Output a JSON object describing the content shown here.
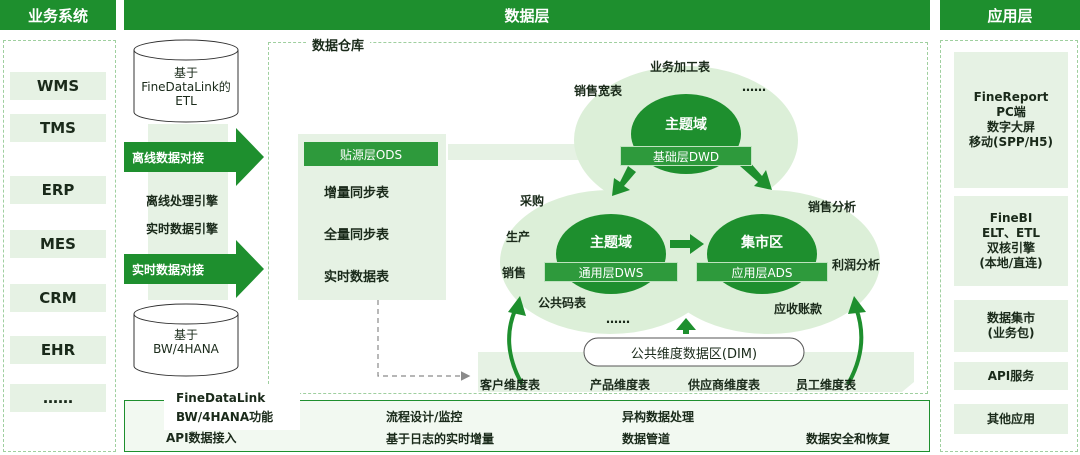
{
  "headers": {
    "business": "业务系统",
    "data_layer": "数据层",
    "app_layer": "应用层"
  },
  "business_systems": [
    "WMS",
    "TMS",
    "ERP",
    "MES",
    "CRM",
    "EHR",
    "……"
  ],
  "etl_top": {
    "line1": "基于",
    "line2": "FineDataLink的",
    "line3": "ETL"
  },
  "etl_bottom": {
    "line1": "基于",
    "line2": "BW/4HANA"
  },
  "arrows": {
    "offline": "离线数据对接",
    "realtime": "实时数据对接"
  },
  "engines": {
    "offline": "离线处理引擎",
    "realtime": "实时数据引擎"
  },
  "warehouse": {
    "title": "数据仓库"
  },
  "ods": {
    "title": "贴源层ODS",
    "items": [
      "增量同步表",
      "全量同步表",
      "实时数据表"
    ]
  },
  "business_processing": "业务加工表",
  "sales_wide": "销售宽表",
  "dots": "……",
  "dwd": {
    "subject": "主题域",
    "layer": "基础层DWD"
  },
  "dws": {
    "subject": "主题域",
    "layer": "通用层DWS"
  },
  "ads": {
    "subject": "集市区",
    "layer": "应用层ADS"
  },
  "left_labels": [
    "采购",
    "生产",
    "销售"
  ],
  "right_labels": [
    "销售分析",
    "利润分析",
    "应收账款"
  ],
  "public_code": "公共码表",
  "dim": {
    "title": "公共维度数据区(DIM)",
    "items": [
      "客户维度表",
      "产品维度表",
      "供应商维度表",
      "员工维度表"
    ]
  },
  "bottom_bar": {
    "fdl": {
      "line1": "FineDataLink",
      "line2": "BW/4HANA功能",
      "line3": "API数据接入"
    },
    "col2": [
      "流程设计/监控",
      "基于日志的实时增量"
    ],
    "col3": [
      "异构数据处理",
      "数据管道"
    ],
    "col4": "数据安全和恢复"
  },
  "apps": [
    {
      "lines": [
        "FineReport",
        "PC端",
        "数字大屏",
        "移动(SPP/H5)"
      ]
    },
    {
      "lines": [
        "FineBI",
        "ELT、ETL",
        "双核引擎",
        "(本地/直连)"
      ]
    },
    {
      "lines": [
        "数据集市",
        "(业务包)"
      ]
    },
    {
      "lines": [
        "API服务"
      ]
    },
    {
      "lines": [
        "其他应用"
      ]
    }
  ]
}
